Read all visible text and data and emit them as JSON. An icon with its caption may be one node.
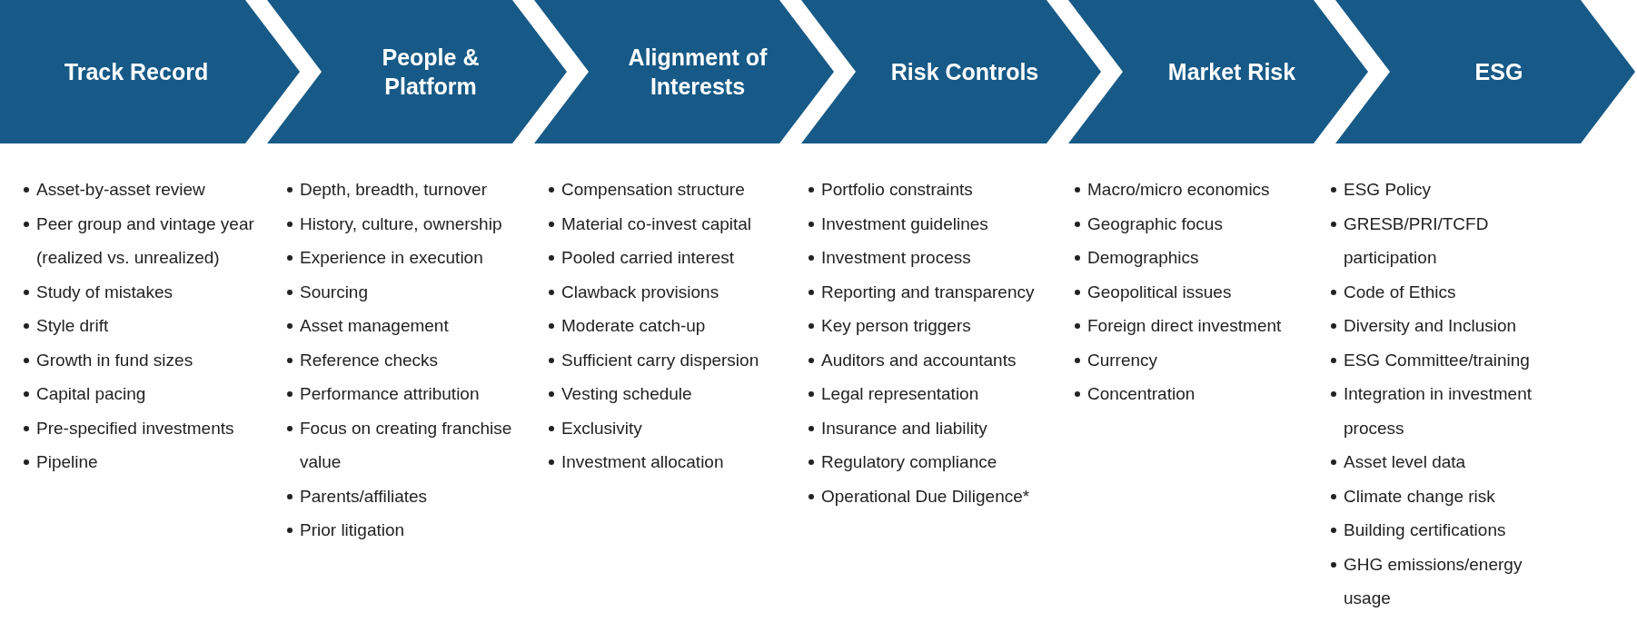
{
  "diagram": {
    "nodes": [
      {
        "text": [
          "Track Record"
        ],
        "beside": [
          "Asset-by-asset review",
          "Peer group and vintage year (realized vs. unrealized)",
          "Study of mistakes",
          "Style drift",
          "Growth in fund sizes",
          "Capital pacing",
          "Pre-specified investments",
          "Pipeline"
        ]
      },
      {
        "text": [
          "People & Platform"
        ],
        "beside": [
          "Depth, breadth, turnover",
          "History, culture, ownership",
          "Experience in execution",
          "Sourcing",
          "Asset management",
          "Reference checks",
          "Performance attribution",
          "Focus on creating franchise value",
          "Parents/affiliates",
          "Prior litigation"
        ]
      },
      {
        "text": [
          "Alignment of Interests"
        ],
        "beside": [
          "Compensation structure",
          "Material co-invest capital",
          "Pooled carried interest",
          "Clawback provisions",
          "Moderate catch-up",
          "Sufficient carry dispersion",
          "Vesting schedule",
          "Exclusivity",
          "Investment allocation"
        ]
      },
      {
        "text": [
          "Risk Controls"
        ],
        "beside": [
          "Portfolio constraints",
          "Investment guidelines",
          "Investment process",
          "Reporting and transparency",
          "Key person triggers",
          "Auditors and accountants",
          "Legal representation",
          "Insurance and liability",
          "Regulatory compliance",
          "Operational Due Diligence*"
        ]
      },
      {
        "text": [
          "Market Risk"
        ],
        "beside": [
          "Macro/micro economics",
          "Geographic focus",
          "Demographics",
          "Geopolitical issues",
          "Foreign direct investment",
          "Currency",
          "Concentration"
        ]
      },
      {
        "text": [
          "ESG"
        ],
        "beside": [
          "ESG Policy",
          "GRESB/PRI/TCFD participation",
          "Code of Ethics",
          "Diversity and Inclusion",
          "ESG Committee/training",
          "Integration in investment process",
          "Asset level data",
          "Climate change risk",
          "Building certifications",
          "GHG emissions/energy usage"
        ]
      }
    ]
  }
}
